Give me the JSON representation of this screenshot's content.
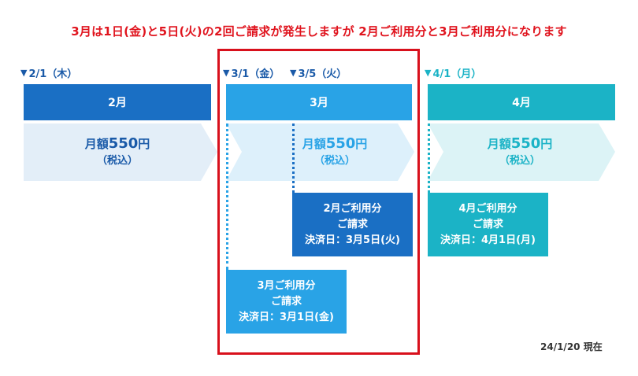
{
  "title": "3月は1日(金)と5日(火)の2回ご請求が発生しますが 2月ご利用分と3月ご利用分になります",
  "dates": {
    "feb": "2/1（木）",
    "mar1": "3/1（金）",
    "mar5": "3/5（火）",
    "apr": "4/1（月）"
  },
  "months": {
    "feb": "2月",
    "mar": "3月",
    "apr": "4月"
  },
  "price": {
    "prefix": "月額",
    "amount": "550",
    "unit": "円",
    "tax": "（税込）"
  },
  "bills": {
    "feb_usage": {
      "line1": "2月ご利用分",
      "line2": "ご請求",
      "line3": "決済日：3月5日(火)"
    },
    "mar_usage": {
      "line1": "3月ご利用分",
      "line2": "ご請求",
      "line3": "決済日：3月1日(金)"
    },
    "apr_usage": {
      "line1": "4月ご利用分",
      "line2": "ご請求",
      "line3": "決済日：4月1日(月)"
    }
  },
  "as_of": "24/1/20 現在",
  "colors": {
    "title_red": "#e0141e",
    "feb_bar": "#1a6fc4",
    "mar_bar": "#29a3e6",
    "apr_bar": "#1bb3c6",
    "feb_band": "#e3eef8",
    "mar_band": "#ddf0fb",
    "apr_band": "#dcf3f6",
    "bill_dark": "#1a6fc4",
    "bill_light": "#29a3e6",
    "bill_teal": "#1bb3c6",
    "frame": "#d8101c"
  }
}
